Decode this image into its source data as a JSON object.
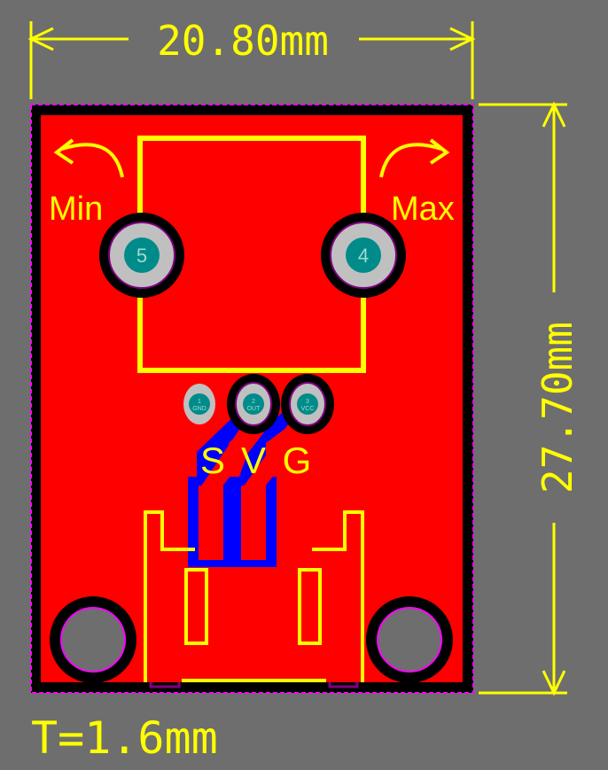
{
  "dimensions": {
    "width_label": "20.80mm",
    "height_label": "27.70mm",
    "thickness_label": "T=1.6mm"
  },
  "silkscreen": {
    "min_label": "Min",
    "max_label": "Max",
    "pin_labels": [
      "S",
      "V",
      "G"
    ]
  },
  "pads": {
    "pot_left": "5",
    "pot_right": "4",
    "header": [
      {
        "num": "1",
        "net": "GND"
      },
      {
        "num": "2",
        "net": "OUT"
      },
      {
        "num": "3",
        "net": "VCC"
      }
    ]
  },
  "colors": {
    "background": "#6e6e6e",
    "top_copper": "#ff0000",
    "bottom_copper": "#0000ff",
    "silkscreen": "#ffff00",
    "pad": "#c0c0c0",
    "via_hole": "#008b8b",
    "board_edge": "#ff00ff"
  }
}
